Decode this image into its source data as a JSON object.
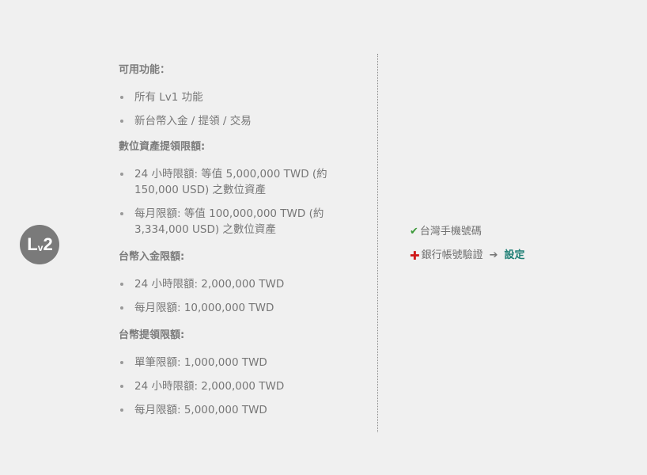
{
  "badge": {
    "level_main": "L",
    "level_sub": "v",
    "level_num": "2"
  },
  "sections": [
    {
      "title": "可用功能：",
      "items": [
        "所有 Lv1 功能",
        "新台幣入金 / 提領 / 交易"
      ]
    },
    {
      "title": "數位資產提領限額:",
      "items": [
        "24 小時限額: 等值 5,000,000 TWD (約 150,000 USD) 之數位資產",
        "每月限額: 等值 100,000,000 TWD (約 3,334,000 USD) 之數位資產"
      ]
    },
    {
      "title": "台幣入金限額:",
      "items": [
        "24 小時限額: 2,000,000 TWD",
        "每月限額: 10,000,000 TWD"
      ]
    },
    {
      "title": "台幣提領限額:",
      "items": [
        "單筆限額: 1,000,000 TWD",
        "24 小時限額: 2,000,000 TWD",
        "每月限額: 5,000,000 TWD"
      ]
    }
  ],
  "requirements": {
    "phone": {
      "label": "台灣手機號碼",
      "icon": "check-icon",
      "status_color": "#3b9a39"
    },
    "bank": {
      "label": "銀行帳號驗證",
      "icon": "plus-icon",
      "status_color": "#cf1a1a",
      "action_icon": "arrow-right-icon",
      "action_label": "設定",
      "action_color": "#1f7f75"
    }
  }
}
